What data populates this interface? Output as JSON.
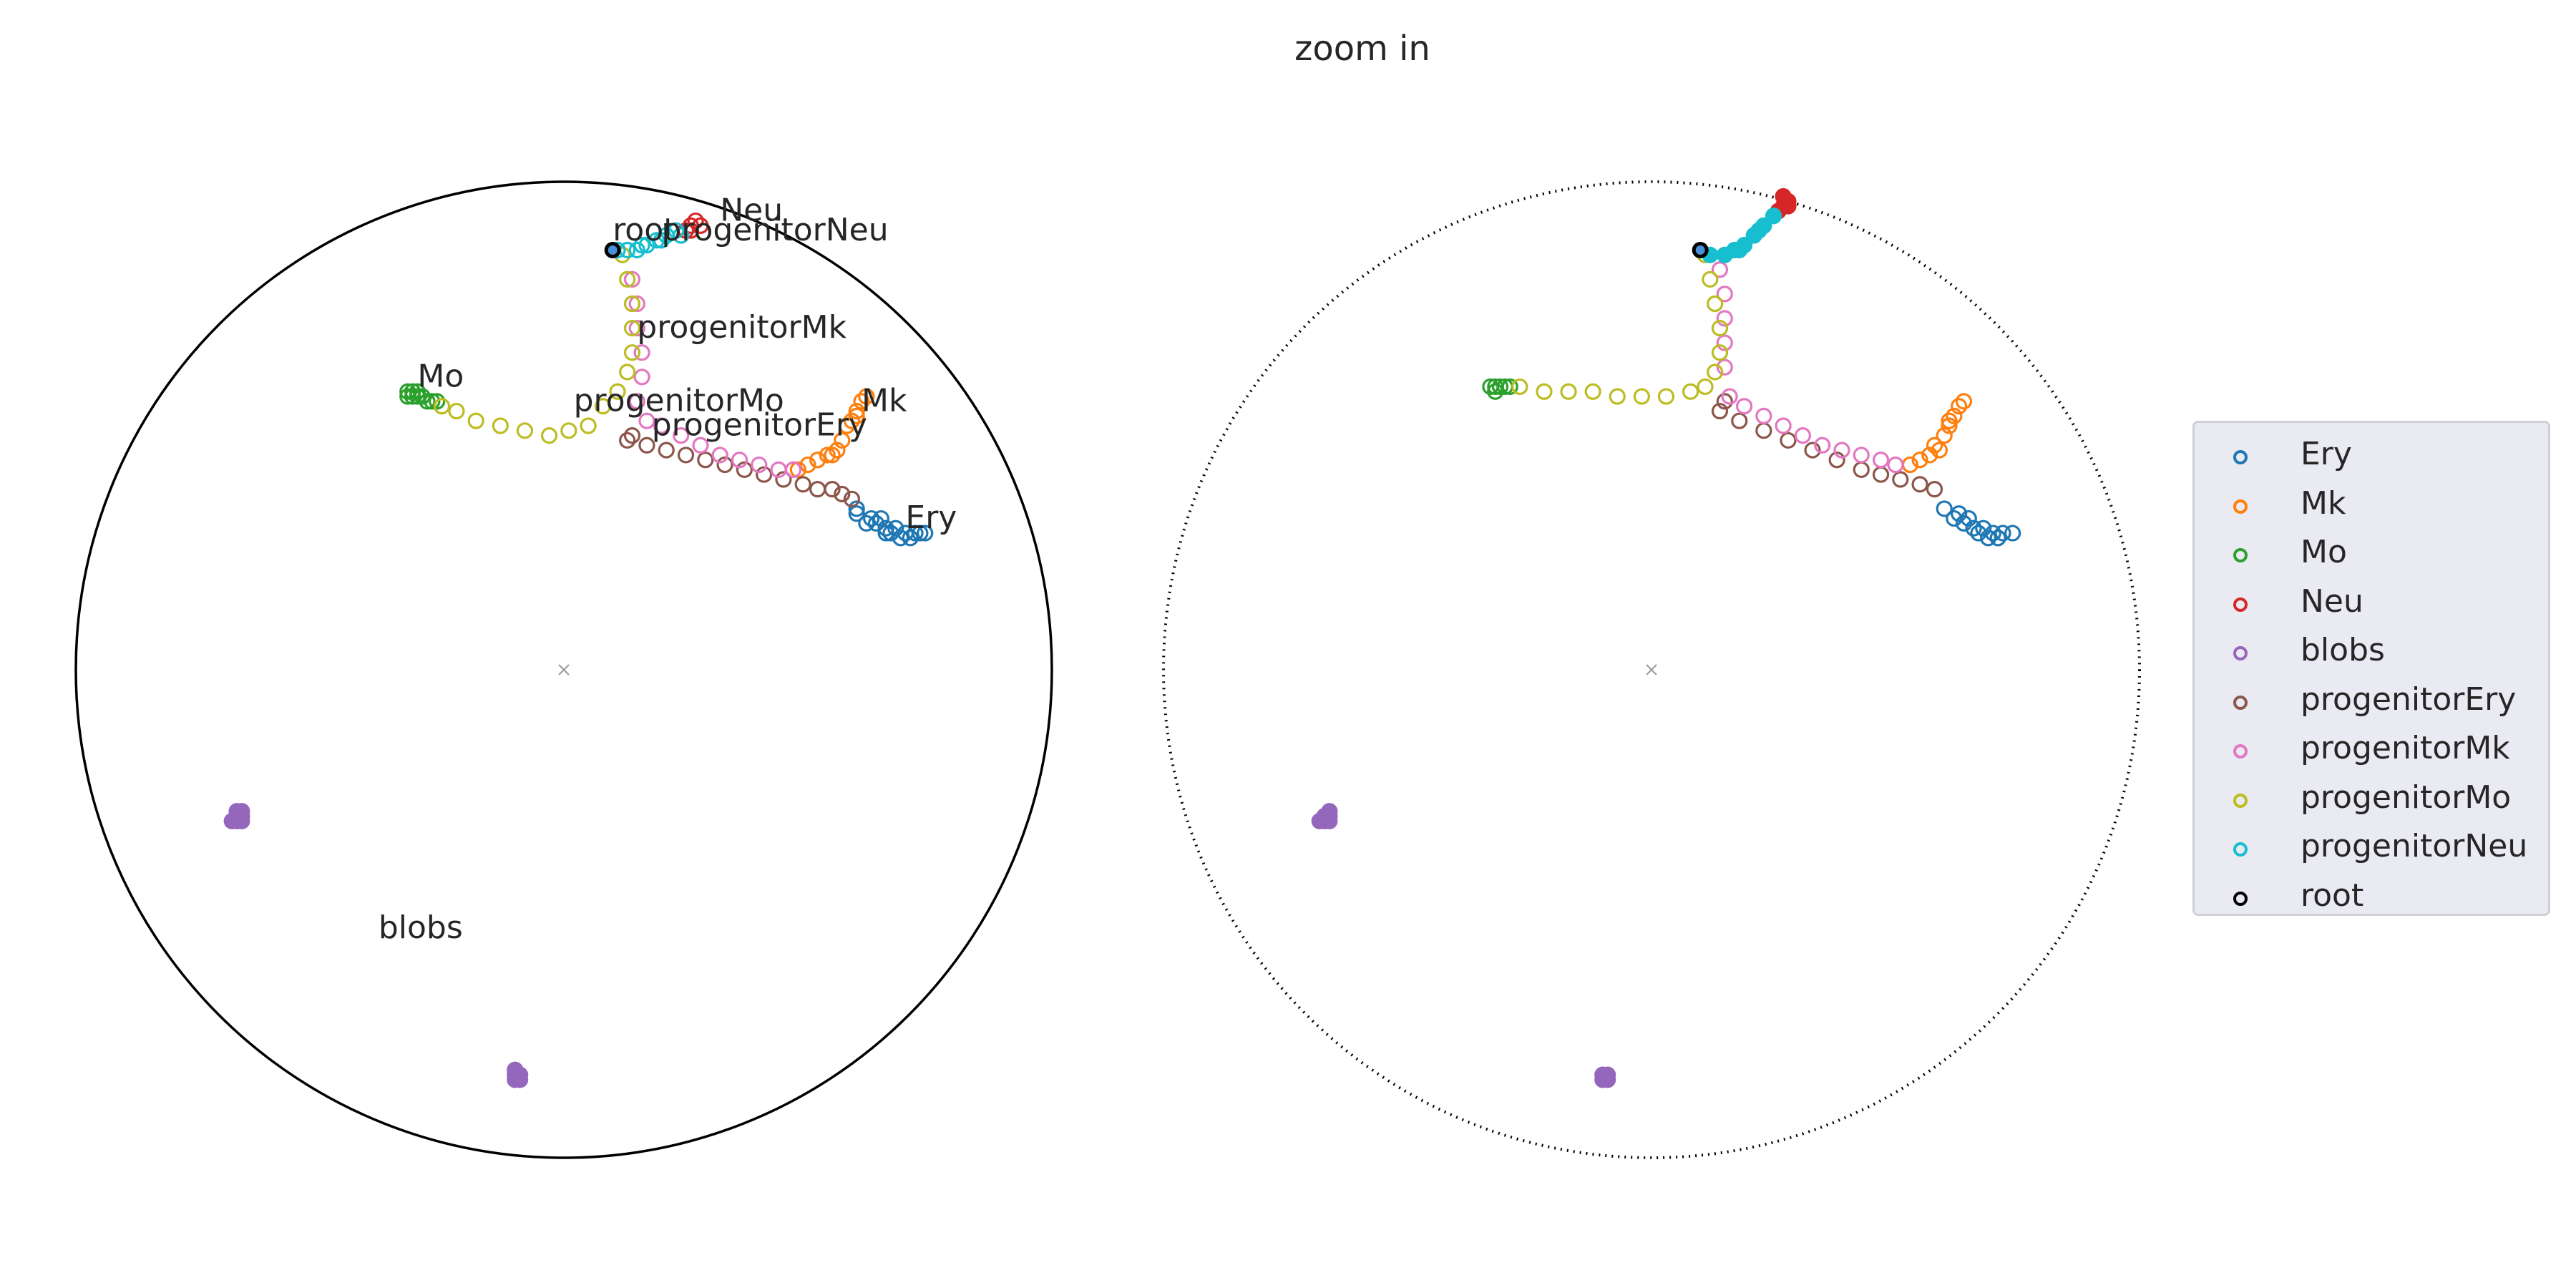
{
  "title": "zoom in",
  "chart_data": [
    {
      "type": "scatter",
      "panel": "left",
      "boundary": "solid",
      "xlim": [
        -1,
        1
      ],
      "ylim": [
        -1,
        1
      ],
      "cluster_labels": [
        {
          "text": "Neu",
          "x": 0.32,
          "y": 0.92
        },
        {
          "text": "root",
          "x": 0.1,
          "y": 0.88
        },
        {
          "text": "progenitorNeu",
          "x": 0.2,
          "y": 0.88
        },
        {
          "text": "progenitorMk",
          "x": 0.15,
          "y": 0.68
        },
        {
          "text": "Mo",
          "x": -0.3,
          "y": 0.58
        },
        {
          "text": "progenitorMo",
          "x": 0.02,
          "y": 0.53
        },
        {
          "text": "Mk",
          "x": 0.61,
          "y": 0.53
        },
        {
          "text": "progenitorEry",
          "x": 0.18,
          "y": 0.48
        },
        {
          "text": "Ery",
          "x": 0.7,
          "y": 0.29
        },
        {
          "text": "blobs",
          "x": -0.38,
          "y": -0.55
        }
      ],
      "series": [
        {
          "name": "Ery",
          "color": "#1f77b4",
          "filled": false,
          "points": [
            [
              0.6,
              0.32
            ],
            [
              0.62,
              0.3
            ],
            [
              0.64,
              0.3
            ],
            [
              0.66,
              0.29
            ],
            [
              0.68,
              0.29
            ],
            [
              0.7,
              0.28
            ],
            [
              0.72,
              0.28
            ],
            [
              0.74,
              0.28
            ],
            [
              0.67,
              0.28
            ],
            [
              0.69,
              0.27
            ],
            [
              0.71,
              0.27
            ],
            [
              0.73,
              0.28
            ],
            [
              0.65,
              0.31
            ],
            [
              0.6,
              0.33
            ],
            [
              0.63,
              0.31
            ],
            [
              0.66,
              0.28
            ]
          ]
        },
        {
          "name": "Mk",
          "color": "#ff7f0e",
          "filled": false,
          "points": [
            [
              0.48,
              0.41
            ],
            [
              0.5,
              0.42
            ],
            [
              0.52,
              0.43
            ],
            [
              0.54,
              0.44
            ],
            [
              0.56,
              0.45
            ],
            [
              0.57,
              0.47
            ],
            [
              0.58,
              0.5
            ],
            [
              0.6,
              0.53
            ],
            [
              0.61,
              0.55
            ],
            [
              0.62,
              0.56
            ],
            [
              0.59,
              0.51
            ],
            [
              0.55,
              0.44
            ],
            [
              0.6,
              0.52
            ]
          ]
        },
        {
          "name": "Mo",
          "color": "#2ca02c",
          "filled": false,
          "points": [
            [
              -0.32,
              0.56
            ],
            [
              -0.32,
              0.57
            ],
            [
              -0.31,
              0.56
            ],
            [
              -0.3,
              0.56
            ],
            [
              -0.29,
              0.56
            ],
            [
              -0.28,
              0.55
            ],
            [
              -0.27,
              0.55
            ],
            [
              -0.26,
              0.55
            ],
            [
              -0.31,
              0.57
            ],
            [
              -0.3,
              0.57
            ]
          ]
        },
        {
          "name": "Neu",
          "color": "#d62728",
          "filled": false,
          "points": [
            [
              0.25,
              0.9
            ],
            [
              0.26,
              0.91
            ],
            [
              0.27,
              0.92
            ],
            [
              0.26,
              0.9
            ],
            [
              0.28,
              0.91
            ]
          ]
        },
        {
          "name": "blobs",
          "color": "#9467bd",
          "filled": true,
          "points": [
            [
              -0.67,
              -0.3
            ],
            [
              -0.66,
              -0.3
            ],
            [
              -0.67,
              -0.31
            ],
            [
              -0.66,
              -0.31
            ],
            [
              -0.68,
              -0.31
            ],
            [
              -0.66,
              -0.29
            ],
            [
              -0.67,
              -0.29
            ],
            [
              -0.1,
              -0.83
            ],
            [
              -0.09,
              -0.83
            ],
            [
              -0.1,
              -0.84
            ],
            [
              -0.09,
              -0.84
            ],
            [
              -0.1,
              -0.82
            ]
          ]
        },
        {
          "name": "progenitorEry",
          "color": "#8c564b",
          "filled": false,
          "points": [
            [
              0.13,
              0.47
            ],
            [
              0.17,
              0.46
            ],
            [
              0.21,
              0.45
            ],
            [
              0.25,
              0.44
            ],
            [
              0.29,
              0.43
            ],
            [
              0.33,
              0.42
            ],
            [
              0.37,
              0.41
            ],
            [
              0.41,
              0.4
            ],
            [
              0.45,
              0.39
            ],
            [
              0.49,
              0.38
            ],
            [
              0.52,
              0.37
            ],
            [
              0.55,
              0.37
            ],
            [
              0.57,
              0.36
            ],
            [
              0.59,
              0.35
            ],
            [
              0.14,
              0.48
            ]
          ]
        },
        {
          "name": "progenitorMk",
          "color": "#e377c2",
          "filled": false,
          "points": [
            [
              0.14,
              0.8
            ],
            [
              0.15,
              0.75
            ],
            [
              0.15,
              0.7
            ],
            [
              0.16,
              0.65
            ],
            [
              0.16,
              0.6
            ],
            [
              0.15,
              0.55
            ],
            [
              0.17,
              0.51
            ],
            [
              0.2,
              0.5
            ],
            [
              0.24,
              0.48
            ],
            [
              0.28,
              0.46
            ],
            [
              0.32,
              0.44
            ],
            [
              0.36,
              0.43
            ],
            [
              0.4,
              0.42
            ],
            [
              0.44,
              0.41
            ],
            [
              0.47,
              0.41
            ]
          ]
        },
        {
          "name": "progenitorMo",
          "color": "#bcbd22",
          "filled": false,
          "points": [
            [
              0.12,
              0.85
            ],
            [
              0.13,
              0.8
            ],
            [
              0.14,
              0.75
            ],
            [
              0.14,
              0.7
            ],
            [
              0.14,
              0.65
            ],
            [
              0.13,
              0.61
            ],
            [
              0.11,
              0.57
            ],
            [
              0.08,
              0.54
            ],
            [
              0.05,
              0.5
            ],
            [
              0.01,
              0.49
            ],
            [
              -0.03,
              0.48
            ],
            [
              -0.08,
              0.49
            ],
            [
              -0.13,
              0.5
            ],
            [
              -0.18,
              0.51
            ],
            [
              -0.22,
              0.53
            ],
            [
              -0.25,
              0.54
            ]
          ]
        },
        {
          "name": "progenitorNeu",
          "color": "#17becf",
          "filled": false,
          "points": [
            [
              0.11,
              0.86
            ],
            [
              0.13,
              0.86
            ],
            [
              0.15,
              0.86
            ],
            [
              0.17,
              0.87
            ],
            [
              0.19,
              0.88
            ],
            [
              0.21,
              0.89
            ],
            [
              0.23,
              0.9
            ],
            [
              0.24,
              0.89
            ],
            [
              0.16,
              0.87
            ],
            [
              0.2,
              0.88
            ]
          ]
        },
        {
          "name": "root",
          "color": "#000000",
          "filled": false,
          "rootMarker": true,
          "points": [
            [
              0.1,
              0.86
            ]
          ]
        }
      ]
    },
    {
      "type": "scatter",
      "panel": "right",
      "boundary": "dotted",
      "xlim": [
        -1,
        1
      ],
      "ylim": [
        -1,
        1
      ],
      "series": [
        {
          "name": "Ery",
          "color": "#1f77b4",
          "filled": false,
          "points": [
            [
              0.6,
              0.33
            ],
            [
              0.62,
              0.31
            ],
            [
              0.64,
              0.3
            ],
            [
              0.66,
              0.29
            ],
            [
              0.68,
              0.29
            ],
            [
              0.7,
              0.28
            ],
            [
              0.72,
              0.28
            ],
            [
              0.74,
              0.28
            ],
            [
              0.67,
              0.28
            ],
            [
              0.69,
              0.27
            ],
            [
              0.71,
              0.27
            ],
            [
              0.65,
              0.31
            ],
            [
              0.63,
              0.32
            ]
          ]
        },
        {
          "name": "Mk",
          "color": "#ff7f0e",
          "filled": false,
          "points": [
            [
              0.53,
              0.42
            ],
            [
              0.55,
              0.43
            ],
            [
              0.57,
              0.44
            ],
            [
              0.58,
              0.46
            ],
            [
              0.6,
              0.48
            ],
            [
              0.61,
              0.5
            ],
            [
              0.62,
              0.52
            ],
            [
              0.63,
              0.54
            ],
            [
              0.64,
              0.55
            ],
            [
              0.59,
              0.45
            ],
            [
              0.61,
              0.51
            ]
          ]
        },
        {
          "name": "Mo",
          "color": "#2ca02c",
          "filled": false,
          "points": [
            [
              -0.33,
              0.58
            ],
            [
              -0.32,
              0.58
            ],
            [
              -0.31,
              0.58
            ],
            [
              -0.3,
              0.58
            ],
            [
              -0.29,
              0.58
            ],
            [
              -0.32,
              0.57
            ]
          ]
        },
        {
          "name": "Neu",
          "color": "#d62728",
          "filled": true,
          "points": [
            [
              0.27,
              0.95
            ],
            [
              0.28,
              0.96
            ],
            [
              0.27,
              0.97
            ],
            [
              0.28,
              0.95
            ],
            [
              0.26,
              0.94
            ]
          ]
        },
        {
          "name": "blobs",
          "color": "#9467bd",
          "filled": true,
          "points": [
            [
              -0.67,
              -0.3
            ],
            [
              -0.66,
              -0.3
            ],
            [
              -0.67,
              -0.31
            ],
            [
              -0.66,
              -0.31
            ],
            [
              -0.68,
              -0.31
            ],
            [
              -0.66,
              -0.29
            ],
            [
              -0.1,
              -0.83
            ],
            [
              -0.09,
              -0.83
            ],
            [
              -0.1,
              -0.84
            ],
            [
              -0.09,
              -0.84
            ]
          ]
        },
        {
          "name": "progenitorEry",
          "color": "#8c564b",
          "filled": false,
          "points": [
            [
              0.14,
              0.53
            ],
            [
              0.18,
              0.51
            ],
            [
              0.23,
              0.49
            ],
            [
              0.28,
              0.47
            ],
            [
              0.33,
              0.45
            ],
            [
              0.38,
              0.43
            ],
            [
              0.43,
              0.41
            ],
            [
              0.47,
              0.4
            ],
            [
              0.51,
              0.39
            ],
            [
              0.55,
              0.38
            ],
            [
              0.58,
              0.37
            ],
            [
              0.15,
              0.55
            ]
          ]
        },
        {
          "name": "progenitorMk",
          "color": "#e377c2",
          "filled": false,
          "points": [
            [
              0.14,
              0.82
            ],
            [
              0.15,
              0.77
            ],
            [
              0.15,
              0.72
            ],
            [
              0.15,
              0.67
            ],
            [
              0.15,
              0.62
            ],
            [
              0.16,
              0.56
            ],
            [
              0.19,
              0.54
            ],
            [
              0.23,
              0.52
            ],
            [
              0.27,
              0.5
            ],
            [
              0.31,
              0.48
            ],
            [
              0.35,
              0.46
            ],
            [
              0.39,
              0.45
            ],
            [
              0.43,
              0.44
            ],
            [
              0.47,
              0.43
            ],
            [
              0.5,
              0.42
            ]
          ]
        },
        {
          "name": "progenitorMo",
          "color": "#bcbd22",
          "filled": false,
          "points": [
            [
              0.11,
              0.85
            ],
            [
              0.12,
              0.8
            ],
            [
              0.13,
              0.75
            ],
            [
              0.14,
              0.7
            ],
            [
              0.14,
              0.65
            ],
            [
              0.13,
              0.61
            ],
            [
              0.11,
              0.58
            ],
            [
              0.08,
              0.57
            ],
            [
              0.03,
              0.56
            ],
            [
              -0.02,
              0.56
            ],
            [
              -0.07,
              0.56
            ],
            [
              -0.12,
              0.57
            ],
            [
              -0.17,
              0.57
            ],
            [
              -0.22,
              0.57
            ],
            [
              -0.27,
              0.58
            ]
          ]
        },
        {
          "name": "progenitorNeu",
          "color": "#17becf",
          "filled": true,
          "points": [
            [
              0.12,
              0.85
            ],
            [
              0.15,
              0.85
            ],
            [
              0.17,
              0.86
            ],
            [
              0.19,
              0.87
            ],
            [
              0.21,
              0.89
            ],
            [
              0.23,
              0.91
            ],
            [
              0.25,
              0.93
            ],
            [
              0.18,
              0.86
            ],
            [
              0.22,
              0.9
            ]
          ]
        },
        {
          "name": "root",
          "color": "#000000",
          "filled": false,
          "rootMarker": true,
          "points": [
            [
              0.1,
              0.86
            ]
          ]
        }
      ]
    }
  ],
  "legend": {
    "placement": "right",
    "items": [
      {
        "label": "Ery",
        "color": "#1f77b4"
      },
      {
        "label": "Mk",
        "color": "#ff7f0e"
      },
      {
        "label": "Mo",
        "color": "#2ca02c"
      },
      {
        "label": "Neu",
        "color": "#d62728"
      },
      {
        "label": "blobs",
        "color": "#9467bd"
      },
      {
        "label": "progenitorEry",
        "color": "#8c564b"
      },
      {
        "label": "progenitorMk",
        "color": "#e377c2"
      },
      {
        "label": "progenitorMo",
        "color": "#bcbd22"
      },
      {
        "label": "progenitorNeu",
        "color": "#17becf"
      },
      {
        "label": "root",
        "color": "#000000"
      }
    ]
  }
}
